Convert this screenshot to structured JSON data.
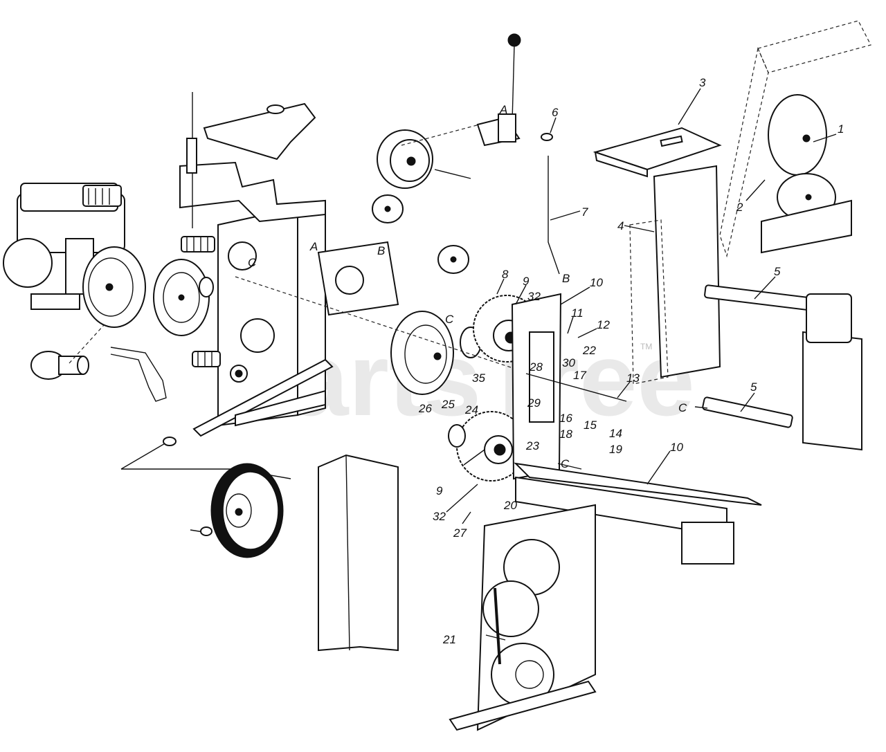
{
  "watermark": "PartsTree",
  "trademark": "TM",
  "callouts": [
    {
      "id": "1",
      "text": "1"
    },
    {
      "id": "2",
      "text": "2"
    },
    {
      "id": "3",
      "text": "3"
    },
    {
      "id": "4",
      "text": "4"
    },
    {
      "id": "5a",
      "text": "5"
    },
    {
      "id": "5b",
      "text": "5"
    },
    {
      "id": "6",
      "text": "6"
    },
    {
      "id": "7",
      "text": "7"
    },
    {
      "id": "8",
      "text": "8"
    },
    {
      "id": "9a",
      "text": "9"
    },
    {
      "id": "9b",
      "text": "9"
    },
    {
      "id": "10a",
      "text": "10"
    },
    {
      "id": "10b",
      "text": "10"
    },
    {
      "id": "11",
      "text": "11"
    },
    {
      "id": "12",
      "text": "12"
    },
    {
      "id": "13",
      "text": "13"
    },
    {
      "id": "14",
      "text": "14"
    },
    {
      "id": "15",
      "text": "15"
    },
    {
      "id": "16",
      "text": "16"
    },
    {
      "id": "17",
      "text": "17"
    },
    {
      "id": "18",
      "text": "18"
    },
    {
      "id": "19",
      "text": "19"
    },
    {
      "id": "20",
      "text": "20"
    },
    {
      "id": "21",
      "text": "21"
    },
    {
      "id": "22",
      "text": "22"
    },
    {
      "id": "23",
      "text": "23"
    },
    {
      "id": "24",
      "text": "24"
    },
    {
      "id": "25",
      "text": "25"
    },
    {
      "id": "26",
      "text": "26"
    },
    {
      "id": "27",
      "text": "27"
    },
    {
      "id": "28",
      "text": "28"
    },
    {
      "id": "29",
      "text": "29"
    },
    {
      "id": "30",
      "text": "30"
    },
    {
      "id": "32a",
      "text": "32"
    },
    {
      "id": "32b",
      "text": "32"
    },
    {
      "id": "35",
      "text": "35"
    },
    {
      "id": "A1",
      "text": "A"
    },
    {
      "id": "A2",
      "text": "A"
    },
    {
      "id": "B1",
      "text": "B"
    },
    {
      "id": "B2",
      "text": "B"
    },
    {
      "id": "C1",
      "text": "C"
    },
    {
      "id": "C2",
      "text": "C"
    },
    {
      "id": "C3",
      "text": "C"
    },
    {
      "id": "C4",
      "text": "C"
    }
  ]
}
